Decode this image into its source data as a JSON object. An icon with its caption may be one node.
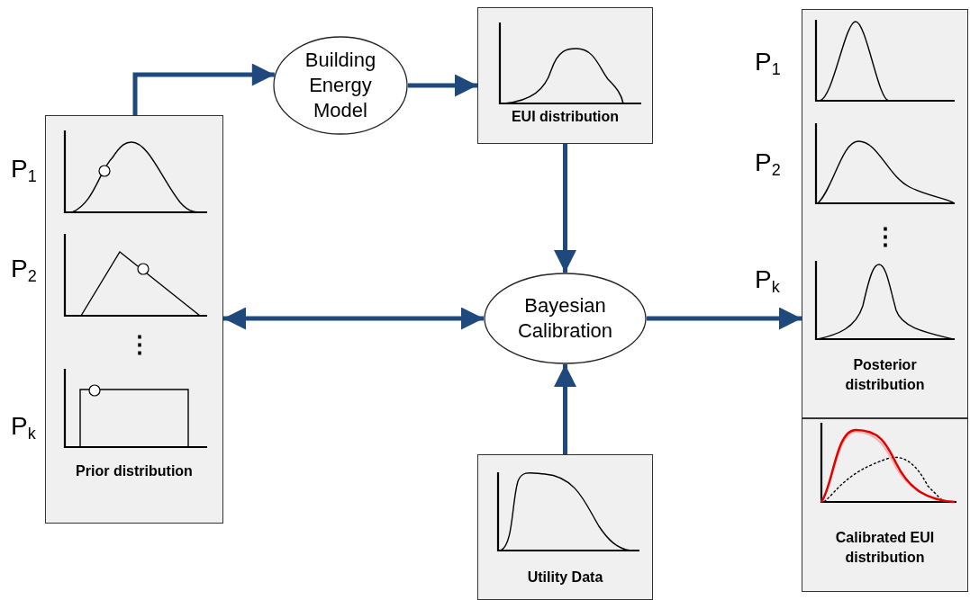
{
  "diagram": {
    "nodes": [
      {
        "text": [
          "Prior distribution"
        ]
      },
      {
        "text": [
          "Building Energy Model"
        ]
      },
      {
        "text": [
          "EUI distribution"
        ]
      },
      {
        "text": [
          "Bayesian Calibration"
        ]
      },
      {
        "text": [
          "Utility Data"
        ]
      },
      {
        "text": [
          "Posterior distribution"
        ]
      },
      {
        "text": [
          "Calibrated EUI distribution"
        ]
      }
    ],
    "edges": [
      {
        "from": 0,
        "to": 1,
        "arrow": "to"
      },
      {
        "from": 1,
        "to": 2,
        "arrow": "to"
      },
      {
        "from": 2,
        "to": 3,
        "arrow": "to"
      },
      {
        "from": 3,
        "to": 0,
        "arrow": "both"
      },
      {
        "from": 4,
        "to": 3,
        "arrow": "to"
      },
      {
        "from": 3,
        "to": 5,
        "arrow": "to"
      }
    ],
    "labels": [
      "P$_{1}$",
      "P$_{2}$",
      "⋮",
      "P$_{k}$",
      "P$_{1}$",
      "P$_{2}$",
      "⋮",
      "P$_{k}$"
    ]
  }
}
